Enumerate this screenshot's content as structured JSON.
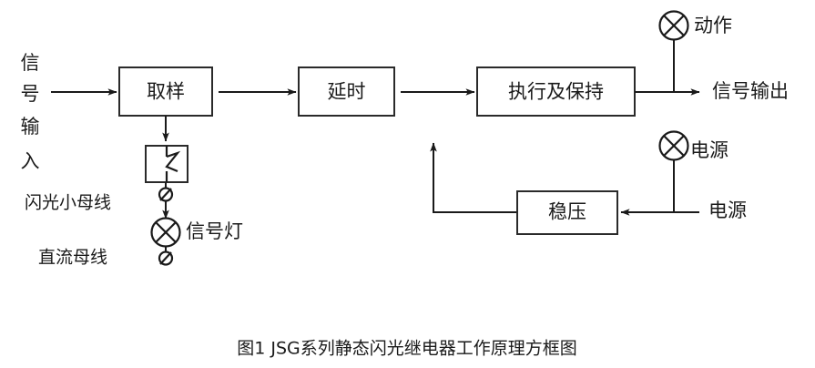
{
  "figure": {
    "caption": "图1  JSG系列静态闪光继电器工作原理方框图",
    "background_color": "#ffffff",
    "line_color": "#1a1a1a",
    "text_color": "#1a1a1a"
  },
  "blocks": [
    {
      "id": "sampling",
      "label": "取样"
    },
    {
      "id": "delay",
      "label": "延时"
    },
    {
      "id": "execute_hold",
      "label": "执行及保持"
    },
    {
      "id": "regulator",
      "label": "稳压"
    }
  ],
  "input_label": {
    "text": "信号输入",
    "chars": [
      "信",
      "号",
      "输",
      "入"
    ],
    "orientation": "vertical"
  },
  "bus_labels": [
    {
      "id": "flash-bus",
      "text": "闪光小母线"
    },
    {
      "id": "dc-bus",
      "text": "直流母线"
    }
  ],
  "lamps": [
    {
      "id": "signal-lamp",
      "label": "信号灯",
      "symbol": "crossed-circle"
    },
    {
      "id": "action-lamp",
      "label": "动作",
      "symbol": "crossed-circle"
    },
    {
      "id": "power-lamp",
      "label": "电源",
      "symbol": "crossed-circle"
    }
  ],
  "terminals": [
    {
      "id": "terminal-upper",
      "symbol": "slashed-circle"
    },
    {
      "id": "terminal-lower",
      "symbol": "slashed-circle"
    }
  ],
  "side_labels": [
    {
      "id": "signal-output",
      "text": "信号输出"
    },
    {
      "id": "power-input",
      "text": "电源"
    }
  ],
  "contact": {
    "id": "relay-contact",
    "symbol": "normally-open-contact"
  }
}
